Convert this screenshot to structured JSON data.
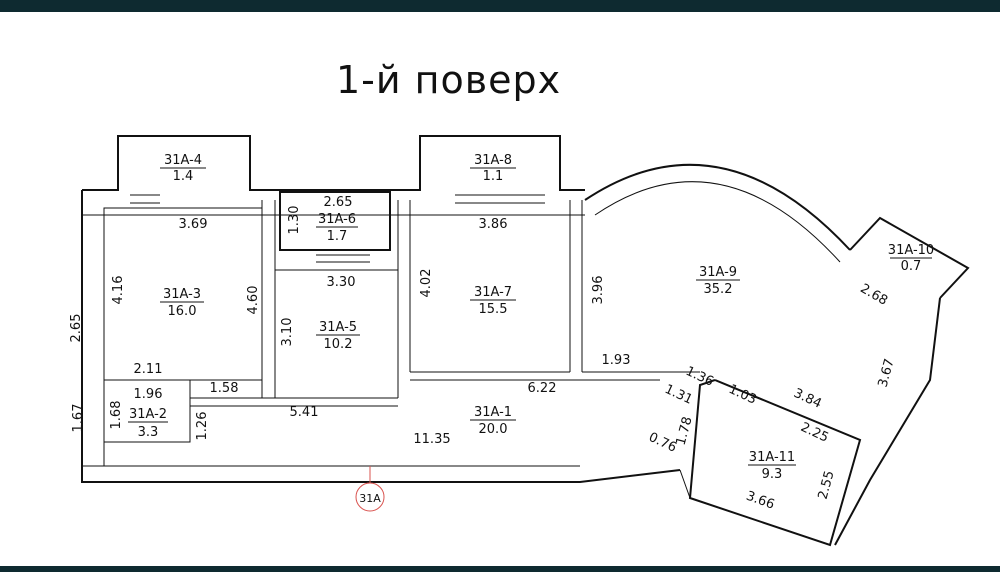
{
  "floor_title": "1-й поверх",
  "unit_marker": "31A",
  "rooms": [
    {
      "id": "31A-1",
      "area": "20.0"
    },
    {
      "id": "31A-2",
      "area": "3.3"
    },
    {
      "id": "31A-3",
      "area": "16.0"
    },
    {
      "id": "31A-4",
      "area": "1.4"
    },
    {
      "id": "31A-5",
      "area": "10.2"
    },
    {
      "id": "31A-6",
      "area": "1.7"
    },
    {
      "id": "31A-7",
      "area": "15.5"
    },
    {
      "id": "31A-8",
      "area": "1.1"
    },
    {
      "id": "31A-9",
      "area": "35.2"
    },
    {
      "id": "31A-10",
      "area": "0.7"
    },
    {
      "id": "31A-11",
      "area": "9.3"
    }
  ],
  "dimensions": [
    "3.69",
    "4.16",
    "4.60",
    "2.65",
    "2.11",
    "1.96",
    "1.58",
    "1.67",
    "1.68",
    "1.26",
    "5.41",
    "2.65",
    "1.30",
    "3.30",
    "3.10",
    "3.86",
    "4.02",
    "3.96",
    "1.93",
    "6.22",
    "11.35",
    "1.36",
    "1.31",
    "1.78",
    "0.76",
    "1.03",
    "3.84",
    "2.25",
    "2.55",
    "3.66",
    "3.67",
    "2.68"
  ],
  "colors": {
    "frame": "#0e2a30",
    "marker": "#d9534f",
    "line": "#111111"
  }
}
